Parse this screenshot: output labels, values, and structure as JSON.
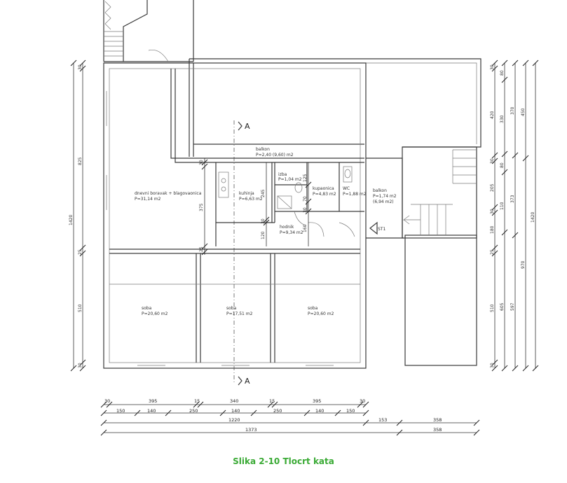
{
  "rooms": {
    "dnevni": {
      "name": "dnevni boravak + blagovaonica",
      "area": "P=31,14 m2"
    },
    "kuhinja": {
      "name": "kuhinja",
      "area": "P=6,63 m2"
    },
    "balkon_top": {
      "name": "balkon",
      "area": "P=2,40 (9,60) m2"
    },
    "izba": {
      "name": "izba",
      "area": "P=1,04 m2"
    },
    "kupaonica": {
      "name": "kupaonica",
      "area": "P=4,83 m2"
    },
    "wc": {
      "name": "WC",
      "area": "P=1,88 m2"
    },
    "balkon_right": {
      "name": "balkon",
      "area": "P=1,74 m2",
      "area2": "(6,94 m2)"
    },
    "hodnik": {
      "name": "hodnik",
      "area": "P=9,34 m2"
    },
    "soba1": {
      "name": "soba",
      "area": "P=20,60 m2"
    },
    "soba2": {
      "name": "soba",
      "area": "P=17,51 m2"
    },
    "soba3": {
      "name": "soba",
      "area": "P=20,60 m2"
    }
  },
  "section_marks": {
    "top": "A",
    "bottom": "A",
    "stair": "ST1"
  },
  "dims_bottom": {
    "row1": [
      "30",
      "395",
      "15",
      "340",
      "15",
      "395",
      "30"
    ],
    "row2": [
      "150",
      "140",
      "250",
      "140",
      "250",
      "140",
      "150"
    ],
    "row3": [
      "1220",
      "153",
      "358"
    ],
    "row4": [
      "1373",
      "358"
    ]
  },
  "dims_left": {
    "outer": "1420",
    "inner": [
      "30",
      "825",
      "25",
      "510",
      "30"
    ]
  },
  "dims_inner": {
    "living": "375",
    "kitchen": "245",
    "hall": "120",
    "left_small": "30",
    "lower_small": "25",
    "bath": [
      "125",
      "70",
      "30",
      "160"
    ]
  },
  "dims_right": {
    "c1": [
      "30",
      "420",
      "30",
      "205",
      "30",
      "180",
      "25",
      "510",
      "30"
    ],
    "c2": [
      "80",
      "330",
      "80",
      "110",
      "605"
    ],
    "c3": [
      "370",
      "373",
      "597"
    ],
    "c4": [
      "450",
      "970"
    ],
    "c5": [
      "1420"
    ]
  },
  "caption": "Slika 2-10 Tlocrt kata"
}
